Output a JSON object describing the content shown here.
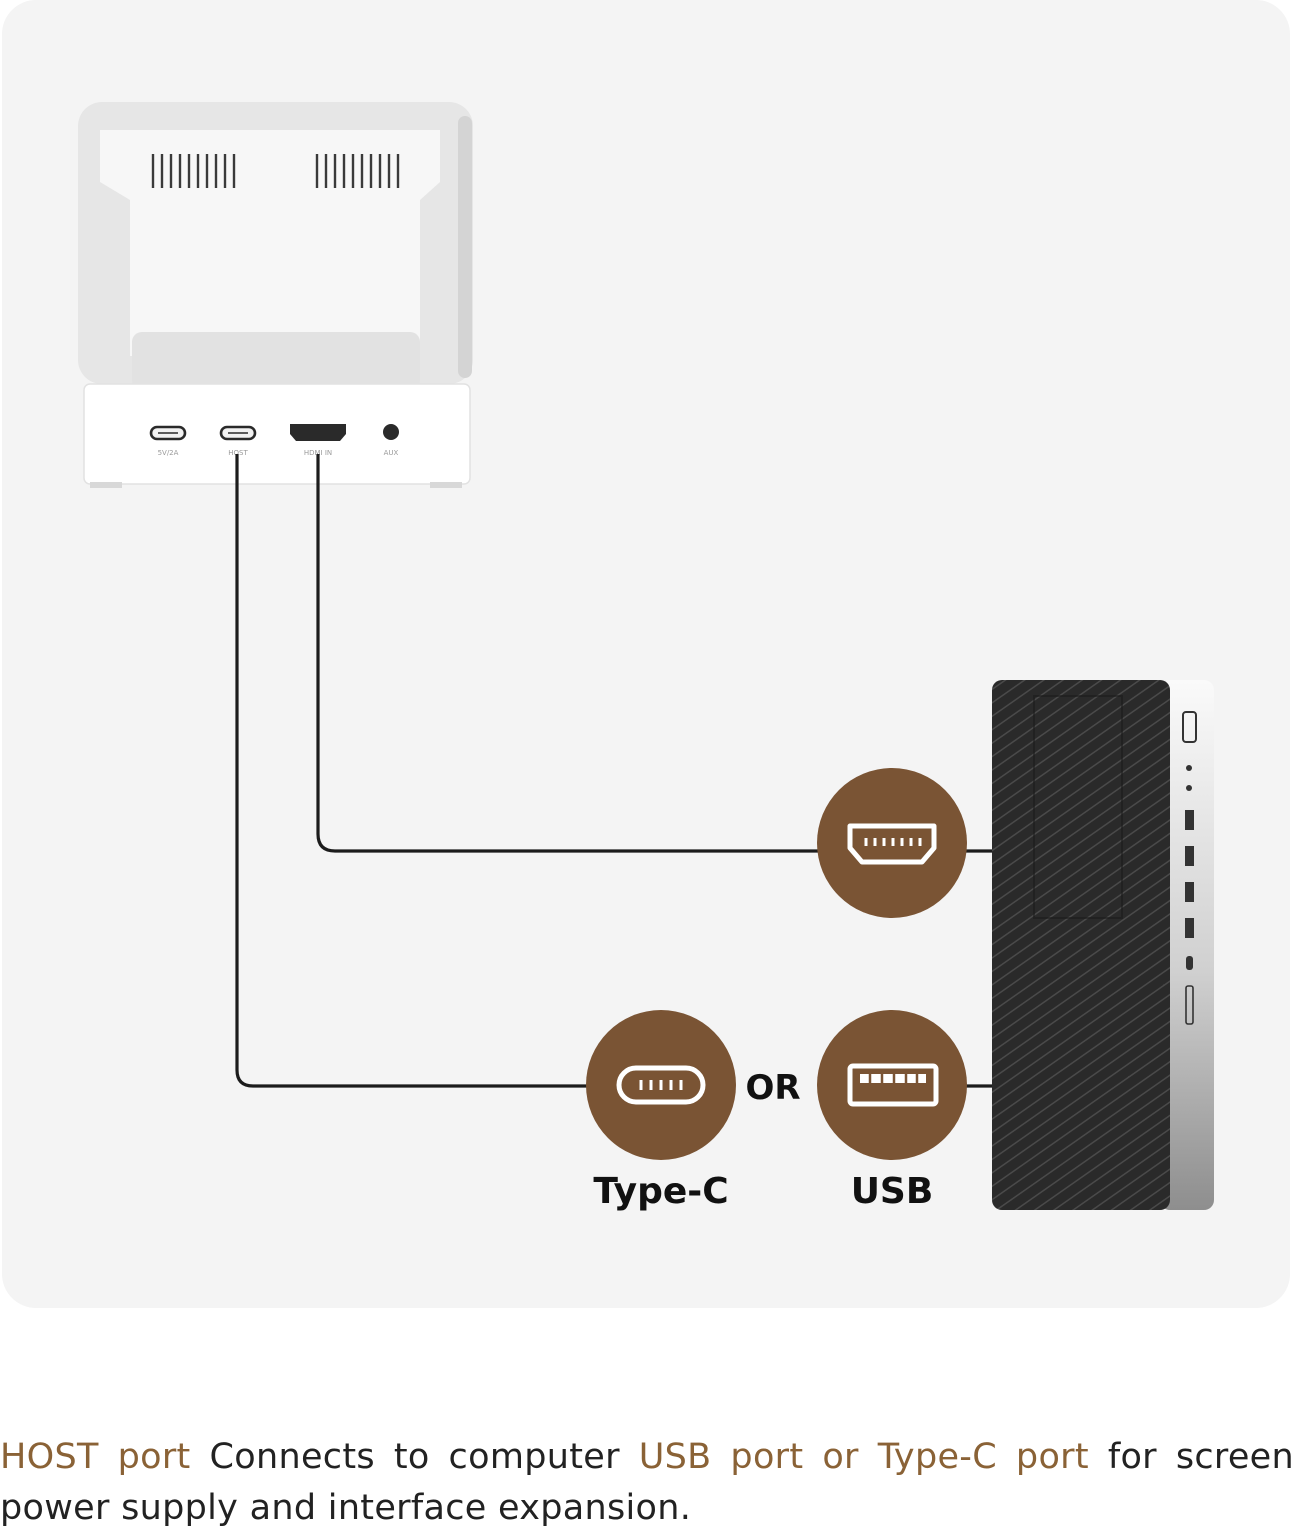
{
  "colors": {
    "accent": "#7a5434",
    "highlight": "#8a6236",
    "cable": "#1c1c1c"
  },
  "labels": {
    "or": "OR",
    "type_c": "Type-C",
    "usb": "USB"
  },
  "device_ports": [
    "5V/2A",
    "HOST",
    "HDMI IN",
    "AUX"
  ],
  "icons": {
    "hdmi": "hdmi-port-icon",
    "type_c": "type-c-port-icon",
    "usb": "usb-port-icon"
  },
  "caption": {
    "term": "HOST port",
    "text1": " Connects to computer ",
    "highlight": "USB port or Type-C port",
    "text2": " for screen power supply and interface expansion."
  }
}
